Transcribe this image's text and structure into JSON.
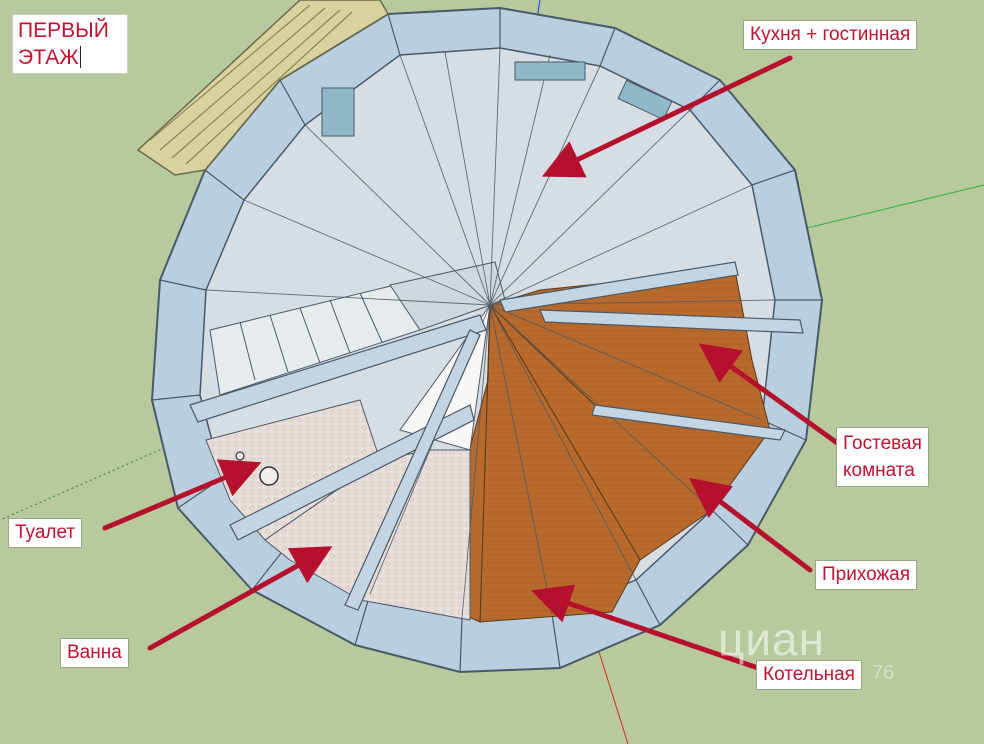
{
  "title": {
    "line1": "ПЕРВЫЙ",
    "line2": "ЭТАЖ"
  },
  "labels": {
    "kitchen": "Кухня + гостинная",
    "guest": "Гостевая",
    "guest2": "комната",
    "hall": "Прихожая",
    "boiler": "Котельная",
    "bath": "Ванна",
    "toilet": "Туалет"
  },
  "watermark": {
    "brand": "циан",
    "id": "76"
  },
  "colors": {
    "background": "#b7c99d",
    "label_text": "#c1122f",
    "arrow": "#b5102e",
    "wall": "#b9cfe0",
    "floor_gray": "#d6dde3",
    "floor_wood": "#b86a2c",
    "floor_tile": "#e6dcd8",
    "axis_blue": "#1a3cff",
    "axis_green": "#2fb53a",
    "axis_red": "#d42a2a"
  }
}
